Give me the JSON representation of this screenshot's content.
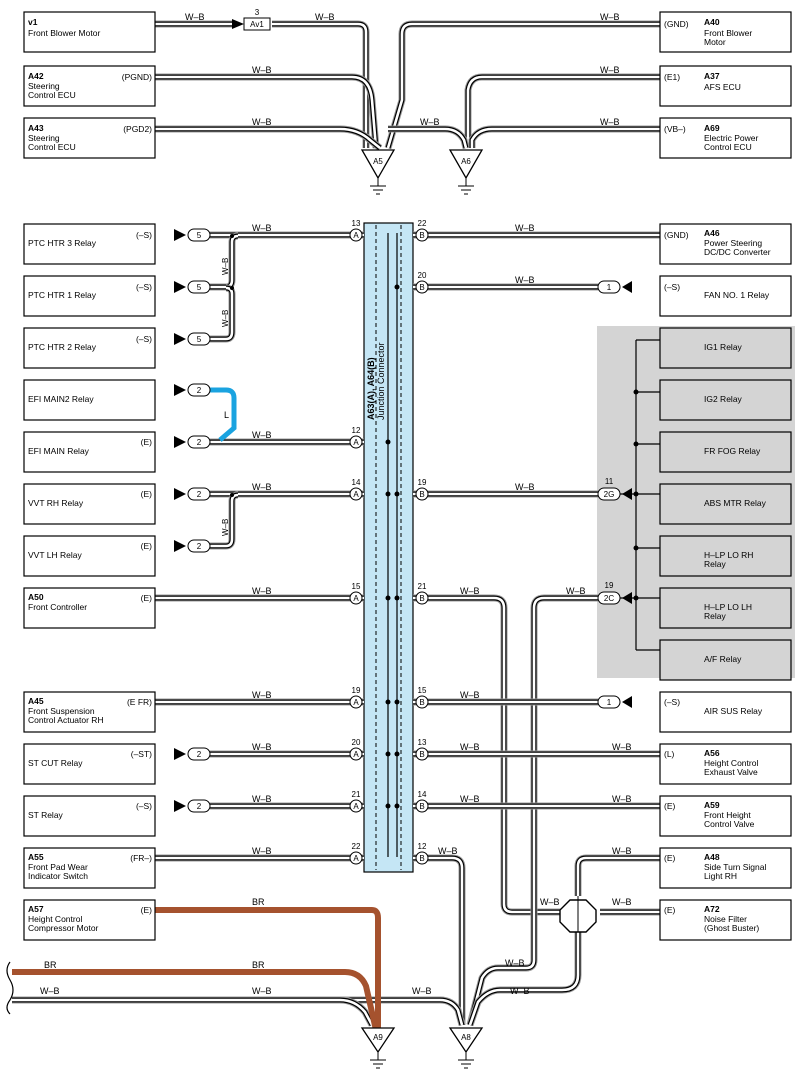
{
  "colors": {
    "wire": "#000000",
    "shield": "#999999",
    "junction_fill": "#c5e6f5",
    "gray_panel": "#d4d4d4",
    "light_blue": "#1aa3e0",
    "brown": "#a5522e"
  },
  "wire_codes": {
    "wb": "W–B",
    "br": "BR",
    "l": "L"
  },
  "top": {
    "v1": {
      "code": "v1",
      "name": "Front Blower Motor"
    },
    "a42": {
      "code": "A42",
      "name1": "Steering",
      "name2": "Control ECU",
      "pin": "(PGND)"
    },
    "a43": {
      "code": "A43",
      "name1": "Steering",
      "name2": "Control ECU",
      "pin": "(PGD2)"
    },
    "a40": {
      "code": "A40",
      "name1": "Front Blower",
      "name2": "Motor",
      "pin": "(GND)"
    },
    "a37": {
      "code": "A37",
      "name": "AFS ECU",
      "pin": "(E1)"
    },
    "a69": {
      "code": "A69",
      "name1": "Electric Power",
      "name2": "Control ECU",
      "pin": "(VB–)"
    },
    "av1": {
      "num": "3",
      "label": "Av1"
    },
    "a5": "A5",
    "a6": "A6"
  },
  "junction": {
    "title": "A63(A), A64(B)",
    "subtitle": "Junction Connector"
  },
  "left": {
    "ptc3": {
      "name": "PTC HTR 3 Relay",
      "pin": "(–S)",
      "conn": "5"
    },
    "ptc1": {
      "name": "PTC HTR 1 Relay",
      "pin": "(–S)",
      "conn": "5"
    },
    "ptc2": {
      "name": "PTC HTR 2 Relay",
      "pin": "(–S)",
      "conn": "5"
    },
    "efim2": {
      "name": "EFI MAIN2 Relay",
      "conn": "2"
    },
    "efim": {
      "name": "EFI MAIN Relay",
      "pin": "(E)",
      "conn": "2"
    },
    "vvtrh": {
      "name": "VVT RH Relay",
      "pin": "(E)",
      "conn": "2"
    },
    "vvtlh": {
      "name": "VVT LH Relay",
      "pin": "(E)",
      "conn": "2"
    },
    "a50": {
      "code": "A50",
      "name": "Front Controller",
      "pin": "(E)"
    },
    "a45": {
      "code": "A45",
      "name1": "Front Suspension",
      "name2": "Control Actuator RH",
      "pin": "(E FR)"
    },
    "stcut": {
      "name": "ST CUT Relay",
      "pin": "(–ST)",
      "conn": "2"
    },
    "st": {
      "name": "ST Relay",
      "pin": "(–S)",
      "conn": "2"
    },
    "a55": {
      "code": "A55",
      "name1": "Front Pad Wear",
      "name2": "Indicator Switch",
      "pin": "(FR–)"
    },
    "a57": {
      "code": "A57",
      "name1": "Height Control",
      "name2": "Compressor Motor",
      "pin": "(E)"
    }
  },
  "right": {
    "a46": {
      "code": "A46",
      "name1": "Power Steering",
      "name2": "DC/DC Converter",
      "pin": "(GND)"
    },
    "fan1": {
      "name": "FAN NO. 1 Relay",
      "pin": "(–S)",
      "conn": "1"
    },
    "ig1": "IG1 Relay",
    "ig2": "IG2 Relay",
    "frfog": "FR FOG Relay",
    "absmtr": "ABS MTR Relay",
    "hlprh1": "H–LP LO RH",
    "hlprh2": "Relay",
    "hlplh1": "H–LP LO LH",
    "hlplh2": "Relay",
    "af": "A/F Relay",
    "c2g": {
      "num": "11",
      "label": "2G"
    },
    "c2c": {
      "num": "19",
      "label": "2C"
    },
    "airsus": {
      "name": "AIR SUS Relay",
      "pin": "(–S)",
      "conn": "1"
    },
    "a56": {
      "code": "A56",
      "name1": "Height Control",
      "name2": "Exhaust Valve",
      "pin": "(L)"
    },
    "a59": {
      "code": "A59",
      "name1": "Front Height",
      "name2": "Control Valve",
      "pin": "(E)"
    },
    "a48": {
      "code": "A48",
      "name1": "Side Turn Signal",
      "name2": "Light RH",
      "pin": "(E)"
    },
    "a72": {
      "code": "A72",
      "name1": "Noise Filter",
      "name2": "(Ghost Buster)",
      "pin": "(E)"
    }
  },
  "pins": {
    "a13": "13",
    "b22": "22",
    "b20": "20",
    "a12": "12",
    "a14": "14",
    "b19": "19",
    "a15": "15",
    "b21": "21",
    "a19": "19",
    "b15": "15",
    "a20": "20",
    "b13": "13",
    "a21": "21",
    "b14": "14",
    "a22": "22",
    "b12": "12",
    "side_a": "A",
    "side_b": "B"
  },
  "grounds": {
    "a9": "A9",
    "a8": "A8"
  }
}
